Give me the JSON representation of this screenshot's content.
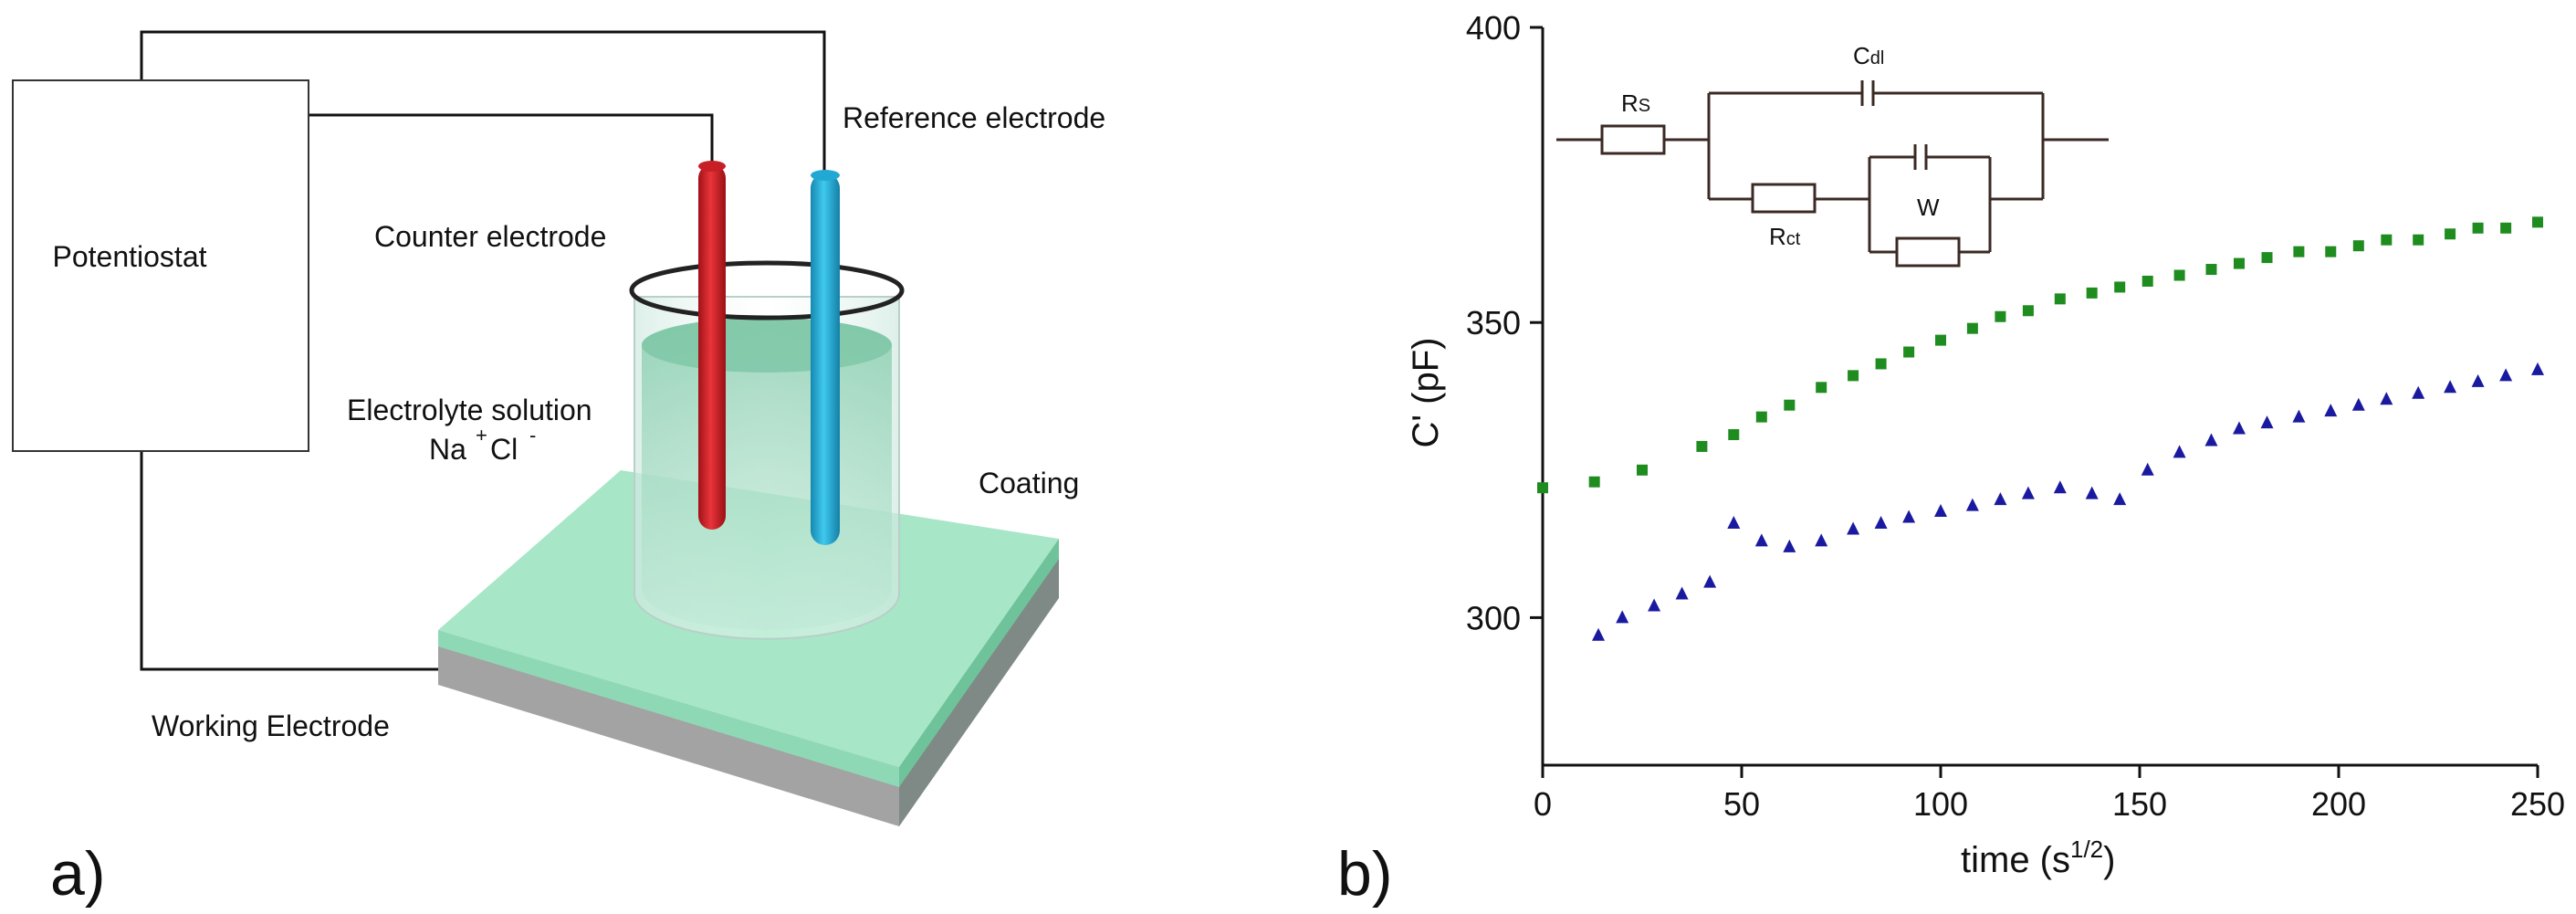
{
  "panel_a": {
    "label": "a)",
    "potentiostat": "Potentiostat",
    "reference_electrode": "Reference electrode",
    "counter_electrode": "Counter electrode",
    "electrolyte_line1": "Electrolyte solution",
    "electrolyte_na": "Na",
    "electrolyte_cl": "Cl",
    "plus": "+",
    "minus": "-",
    "coating": "Coating",
    "working_electrode": "Working Electrode",
    "colors": {
      "counter": "#e0242c",
      "reference": "#29b7e0",
      "coating": "#a8e6c8",
      "substrate": "#9a9a9a"
    }
  },
  "panel_b": {
    "label": "b)",
    "circuit": {
      "rs_main": "R",
      "rs_sub": "S",
      "cdl_main": "C",
      "cdl_sub": "dl",
      "rct_main": "R",
      "rct_sub": "ct",
      "w": "W"
    },
    "chart_data": {
      "type": "scatter",
      "xlabel_main": "time (s",
      "xlabel_sup": "1/2",
      "xlabel_end": ")",
      "ylabel": "C' (pF)",
      "xlim": [
        0,
        250
      ],
      "ylim": [
        275,
        400
      ],
      "x_ticks": [
        0,
        50,
        100,
        150,
        200,
        250
      ],
      "y_ticks": [
        300,
        350,
        400
      ],
      "series": [
        {
          "marker": "square",
          "color": "#1f8c1f",
          "x": [
            0,
            13,
            25,
            40,
            48,
            55,
            62,
            70,
            78,
            85,
            92,
            100,
            108,
            115,
            122,
            130,
            138,
            145,
            152,
            160,
            168,
            175,
            182,
            190,
            198,
            205,
            212,
            220,
            228,
            235,
            242,
            250
          ],
          "y": [
            322,
            323,
            325,
            329,
            331,
            334,
            336,
            339,
            341,
            343,
            345,
            347,
            349,
            351,
            352,
            354,
            355,
            356,
            357,
            358,
            359,
            360,
            361,
            362,
            362,
            363,
            364,
            364,
            365,
            366,
            366,
            367
          ]
        },
        {
          "marker": "triangle",
          "color": "#1a1aa0",
          "x": [
            14,
            20,
            28,
            35,
            42,
            48,
            55,
            62,
            70,
            78,
            85,
            92,
            100,
            108,
            115,
            122,
            130,
            138,
            145,
            152,
            160,
            168,
            175,
            182,
            190,
            198,
            205,
            212,
            220,
            228,
            235,
            242,
            250
          ],
          "y": [
            297,
            300,
            302,
            304,
            306,
            316,
            313,
            312,
            313,
            315,
            316,
            317,
            318,
            319,
            320,
            321,
            322,
            321,
            320,
            325,
            328,
            330,
            332,
            333,
            334,
            335,
            336,
            337,
            338,
            339,
            340,
            341,
            342
          ]
        }
      ]
    }
  }
}
